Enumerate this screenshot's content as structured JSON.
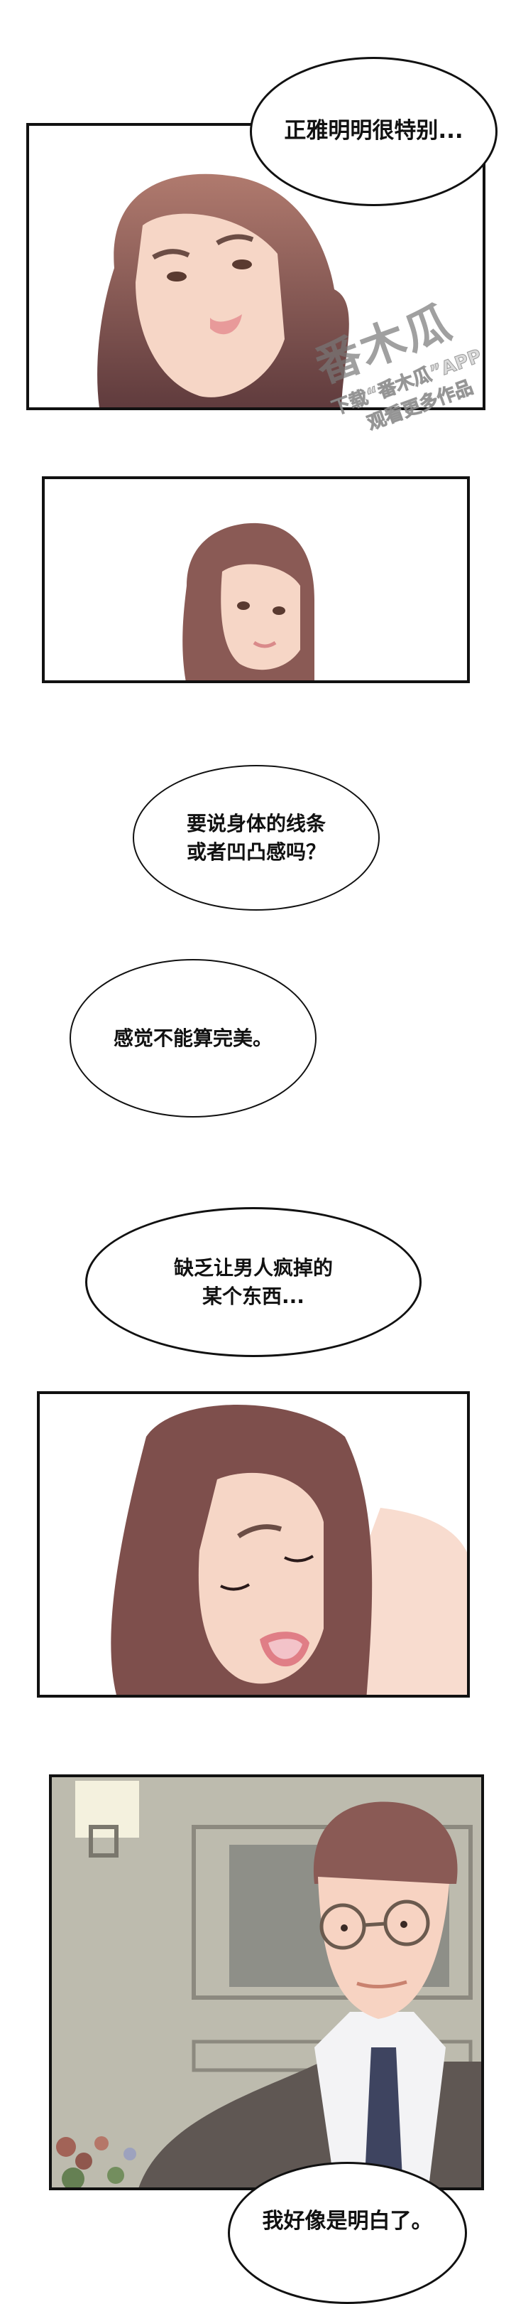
{
  "comic": {
    "bubbles": [
      {
        "id": 1,
        "lines": [
          "正雅明明很特别..."
        ]
      },
      {
        "id": 2,
        "lines": [
          "要说身体的线条",
          "或者凹凸感吗？"
        ]
      },
      {
        "id": 3,
        "lines": [
          "感觉不能算完美。"
        ]
      },
      {
        "id": 4,
        "lines": [
          "缺乏让男人疯掉的",
          "某个东西..."
        ]
      },
      {
        "id": 5,
        "lines": [
          "我好像是明白了。"
        ]
      }
    ],
    "panels": [
      {
        "id": 1,
        "description": "woman-long-hair-troubled-expression"
      },
      {
        "id": 2,
        "description": "woman-shoulder-hair-smiling"
      },
      {
        "id": 3,
        "description": "woman-eyes-closed-mouth-open"
      },
      {
        "id": 4,
        "description": "man-glasses-suit-tie-indoor"
      }
    ],
    "watermark": {
      "logo": "番木瓜",
      "line1": "下载“番木瓜”APP",
      "line2": "观看更多作品"
    },
    "colors": {
      "hair": "#8a5a55",
      "hair_dark": "#5e3a3c",
      "skin": "#f6d6c6",
      "wall": "#b9b7a8",
      "suit": "#5f5753",
      "tie": "#3e4460",
      "border": "#111111"
    }
  }
}
